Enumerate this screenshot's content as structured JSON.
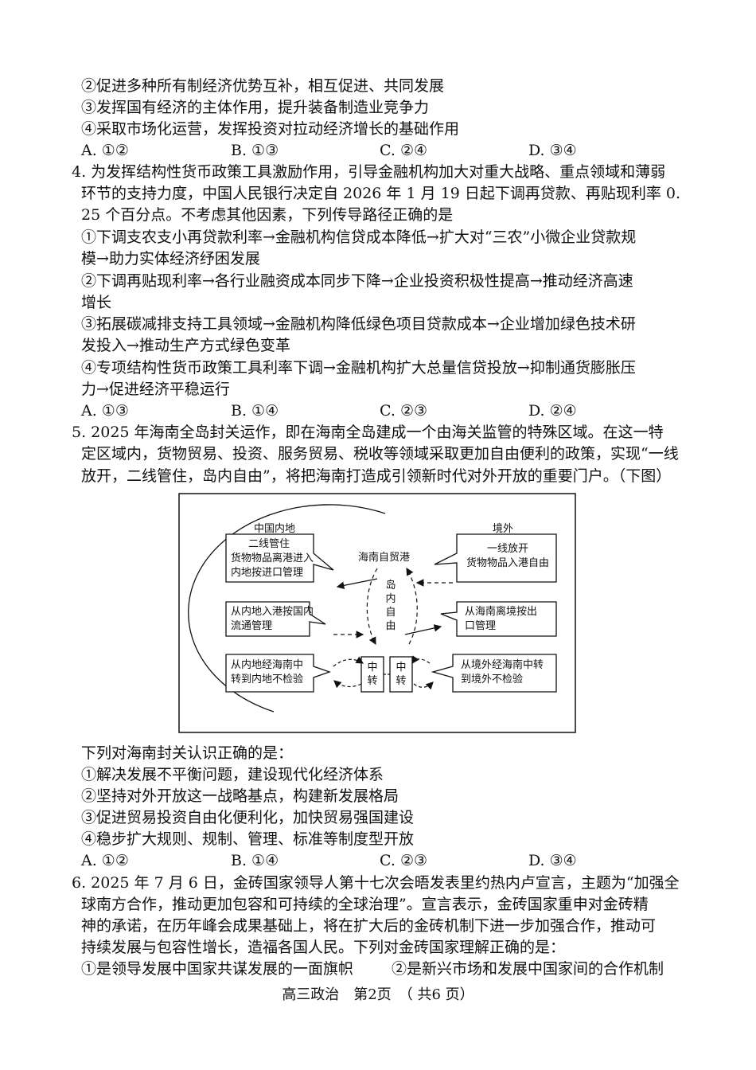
{
  "q3": {
    "items": [
      "②促进多种所有制经济优势互补，相互促进、共同发展",
      "③发挥国有经济的主体作用，提升装备制造业竞争力",
      "④采取市场化运营，发挥投资对拉动经济增长的基础作用"
    ],
    "options": [
      "A. ①②",
      "B. ①③",
      "C. ②④",
      "D. ③④"
    ]
  },
  "q4": {
    "stem": [
      "4. 为发挥结构性货币政策工具激励作用，引导金融机构加大对重大战略、重点领域和薄弱",
      "环节的支持力度，中国人民银行决定自 2026 年 1 月 19 日起下调再贷款、再贴现利率 0.",
      "25 个百分点。不考虑其他因素，下列传导路径正确的是"
    ],
    "items": [
      "①下调支农支小再贷款利率→金融机构信贷成本降低→扩大对“三农”小微企业贷款规",
      "模→助力实体经济纾困发展",
      "②下调再贴现利率→各行业融资成本同步下降→企业投资积极性提高→推动经济高速",
      "增长",
      "③拓展碳减排支持工具领域→金融机构降低绿色项目贷款成本→企业增加绿色技术研",
      "发投入→推动生产方式绿色变革",
      "④专项结构性货币政策工具利率下调→金融机构扩大总量信贷投放→抑制通货膨胀压",
      "力→促进经济平稳运行"
    ],
    "options": [
      "A. ①③",
      "B. ①④",
      "C. ②③",
      "D. ②④"
    ]
  },
  "q5": {
    "stem": [
      "5. 2025 年海南全岛封关运作，即在海南全岛建成一个由海关监管的特殊区域。在这一特",
      "定区域内，货物贸易、投资、服务贸易、税收等领域采取更加自由便利的政策，实现“一线",
      "放开，二线管住，岛内自由”，将把海南打造成引领新时代对外开放的重要门户。（下图）"
    ],
    "figure": {
      "mainland": "中国内地",
      "abroad": "境外",
      "center": "海南自贸港",
      "island": "岛内自由",
      "left_boxes": [
        [
          "二线管住",
          "货物物品离港进入",
          "内地按进口管理"
        ],
        [
          "从内地入港按国内",
          "流通管理"
        ],
        [
          "从内地经海南中",
          "转到内地不检验"
        ]
      ],
      "right_boxes": [
        [
          "一线放开",
          "货物物品入港自由"
        ],
        [
          "从海南离境按出",
          "口管理"
        ],
        [
          "从境外经海南中转",
          "到境外不检验"
        ]
      ],
      "transit_left": "中转",
      "transit_right": "中转"
    },
    "question": "下列对海南封关认识正确的是：",
    "items": [
      "①解决发展不平衡问题，建设现代化经济体系",
      "②坚持对外开放这一战略基点，构建新发展格局",
      "③促进贸易投资自由化便利化，加快贸易强国建设",
      "④稳步扩大规则、规制、管理、标准等制度型开放"
    ],
    "options": [
      "A. ①②",
      "B. ①④",
      "C. ②③",
      "D. ③④"
    ]
  },
  "q6": {
    "stem": [
      "6. 2025 年 7 月 6 日，金砖国家领导人第十七次会晤发表里约热内卢宣言，主题为“加强全",
      "球南方合作，推动更加包容和可持续的全球治理”。宣言表示，金砖国家重申对金砖精",
      "神的承诺，在历年峰会成果基础上，将在扩大后的金砖机制下进一步加强合作，推动可",
      "持续发展与包容性增长，造福各国人民。下列对金砖国家理解正确的是："
    ],
    "item1": "①是领导发展中国家共谋发展的一面旗帜",
    "item2": "②是新兴市场和发展中国家间的合作机制"
  },
  "footer": "高三政治　第2页　（ 共6 页）"
}
